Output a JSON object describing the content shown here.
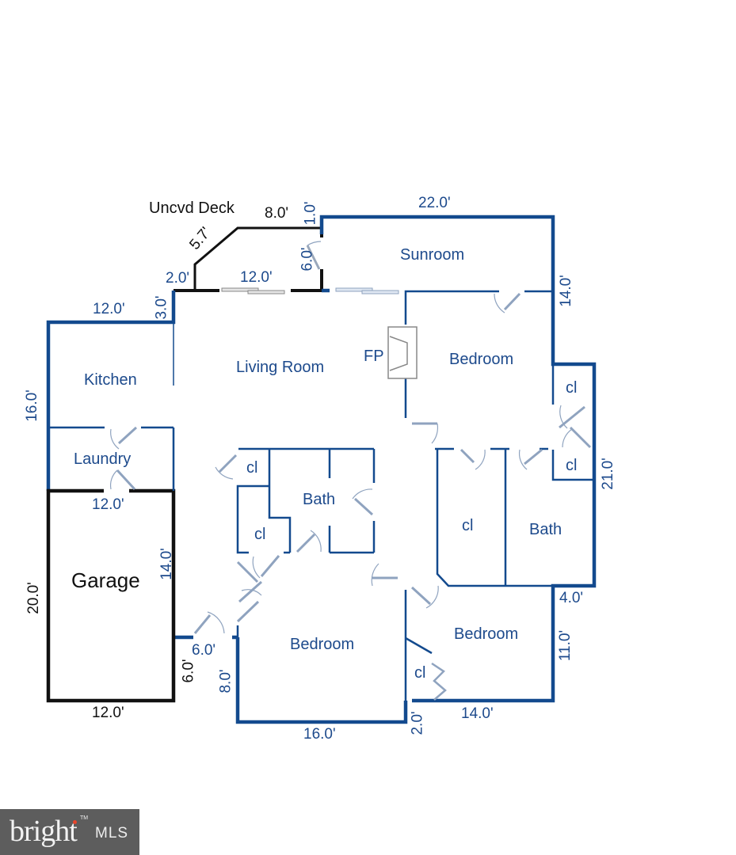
{
  "colors": {
    "wall_blue": "#134a8e",
    "wall_black": "#111111",
    "text_blue": "#1d4a8c",
    "door_gray": "#9aa8bb",
    "logo_bg": "#5d5d5d",
    "logo_accent": "#e8452c"
  },
  "rooms": {
    "deck": "Uncvd Deck",
    "sunroom": "Sunroom",
    "kitchen": "Kitchen",
    "living_room": "Living Room",
    "fireplace": "FP",
    "bedroom_ne": "Bedroom",
    "closet_ne_upper": "cl",
    "closet_ne_lower": "cl",
    "laundry": "Laundry",
    "closet_center_upper": "cl",
    "closet_center_lower": "cl",
    "bath_center": "Bath",
    "closet_walkin": "cl",
    "bath_east": "Bath",
    "garage": "Garage",
    "bedroom_sw": "Bedroom",
    "bedroom_se": "Bedroom",
    "closet_se": "cl"
  },
  "dimensions": {
    "deck_top": "8.0'",
    "deck_diag": "5.7'",
    "deck_left": "2.0'",
    "deck_right_top": "1.0'",
    "deck_door": "6.0'",
    "deck_bottom": "12.0'",
    "sunroom_top": "22.0'",
    "sunroom_right": "14.0'",
    "kitchen_top": "12.0'",
    "kitchen_step": "3.0'",
    "kitchen_left": "16.0'",
    "laundry_bottom": "12.0'",
    "east_wall": "21.0'",
    "east_step": "4.0'",
    "bedroom_se_right": "11.0'",
    "bedroom_se_bottom": "14.0'",
    "bedroom_sw_bottom": "16.0'",
    "bedroom_sw_step": "2.0'",
    "bedroom_sw_left": "8.0'",
    "entry_width": "6.0'",
    "garage_right_upper": "14.0'",
    "garage_right_lower": "6.0'",
    "garage_left": "20.0'",
    "garage_bottom": "12.0'"
  },
  "logo": {
    "word": "bright",
    "tm": "TM",
    "suffix": "MLS"
  }
}
